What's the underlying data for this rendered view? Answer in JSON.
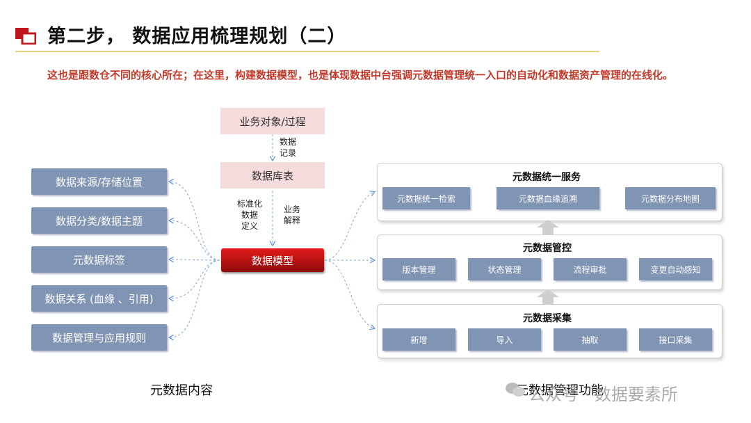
{
  "header": {
    "title": "第二步，  数据应用梳理规划（二）",
    "subtitle": "这也是跟数仓不同的核心所在；在这里，构建数据模型，也是体现数据中台强调元数据管理统一入口的自动化和数据资产管理的在线化。"
  },
  "flow": {
    "business_objects": "业务对象/过程",
    "data_record": "数据\n记录",
    "db_table": "数据库表",
    "standardized": "标准化\n数据\n定义",
    "business_explain": "业务\n解释",
    "data_model": "数据模型"
  },
  "content": {
    "items": [
      "数据来源/存储位置",
      "数据分类/数据主题",
      "元数据标签",
      "数据关系 (血缘 、引用)",
      "数据管理与应用规则"
    ],
    "caption": "元数据内容"
  },
  "functions": {
    "service": {
      "title": "元数据统一服务",
      "buttons": [
        "元数据统一检索",
        "元数据血缘追溯",
        "元数据分布地图"
      ]
    },
    "control": {
      "title": "元数据管控",
      "buttons": [
        "版本管理",
        "状态管理",
        "流程审批",
        "变更自动感知"
      ]
    },
    "collect": {
      "title": "元数据采集",
      "buttons": [
        "新增",
        "导入",
        "抽取",
        "接口采集"
      ]
    },
    "caption": "元数据管理功能"
  },
  "watermark": {
    "text": "公众号 · 数据要素所"
  },
  "colors": {
    "accent": "#c0392b",
    "box": "#8094b4",
    "pink": "#f6dcdc",
    "model": "#c41414"
  }
}
